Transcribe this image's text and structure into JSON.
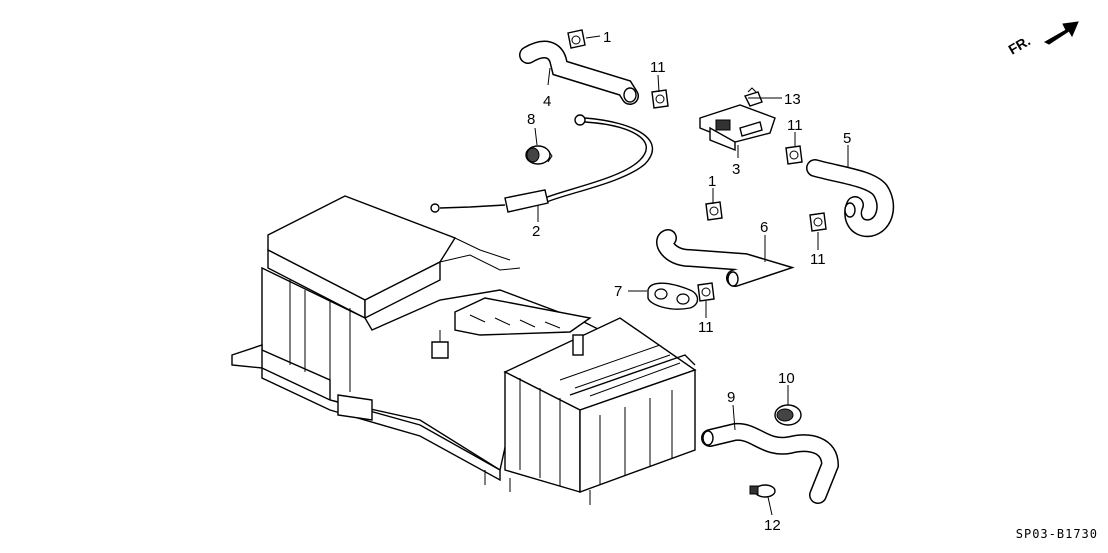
{
  "diagram": {
    "drawing_code": "SP03-B1730",
    "direction_label": "FR.",
    "callouts": [
      {
        "id": "c1a",
        "label": "1"
      },
      {
        "id": "c1b",
        "label": "1"
      },
      {
        "id": "c2",
        "label": "2"
      },
      {
        "id": "c3",
        "label": "3"
      },
      {
        "id": "c4",
        "label": "4"
      },
      {
        "id": "c5",
        "label": "5"
      },
      {
        "id": "c6",
        "label": "6"
      },
      {
        "id": "c7",
        "label": "7"
      },
      {
        "id": "c8",
        "label": "8"
      },
      {
        "id": "c9",
        "label": "9"
      },
      {
        "id": "c10",
        "label": "10"
      },
      {
        "id": "c11a",
        "label": "11"
      },
      {
        "id": "c11b",
        "label": "11"
      },
      {
        "id": "c11c",
        "label": "11"
      },
      {
        "id": "c11d",
        "label": "11"
      },
      {
        "id": "c12",
        "label": "12"
      },
      {
        "id": "c13",
        "label": "13"
      }
    ]
  }
}
